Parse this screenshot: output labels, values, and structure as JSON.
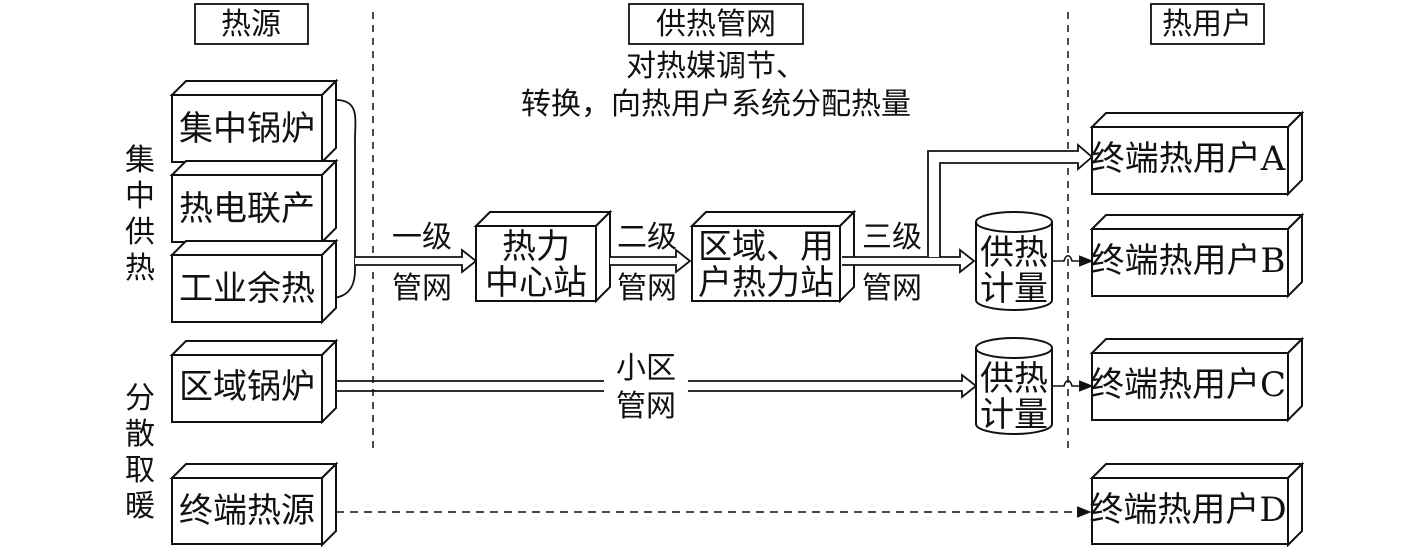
{
  "headers": {
    "source": "热源",
    "network": "供热管网",
    "user": "热用户"
  },
  "network_note": {
    "line1": "对热媒调节、",
    "line2": "转换，向热用户系统分配热量"
  },
  "groups": {
    "central": "集中供热",
    "distributed": "分散取暖"
  },
  "sources": {
    "boiler": "集中锅炉",
    "chp": "热电联产",
    "industrial": "工业余热",
    "district_boiler": "区域锅炉",
    "terminal_source": "终端热源"
  },
  "pipes": {
    "primary_l1": "一级",
    "primary_l2": "管网",
    "secondary_l1": "二级",
    "secondary_l2": "管网",
    "tertiary_l1": "三级",
    "tertiary_l2": "管网",
    "community_l1": "小区",
    "community_l2": "管网"
  },
  "stations": {
    "center_l1": "热力",
    "center_l2": "中心站",
    "area_l1": "区域、用",
    "area_l2": "户热力站"
  },
  "meters": {
    "m1_l1": "供热",
    "m1_l2": "计量",
    "m2_l1": "供热",
    "m2_l2": "计量"
  },
  "users": {
    "a": "终端热用户A",
    "b": "终端热用户B",
    "c": "终端热用户C",
    "d": "终端热用户D"
  },
  "colors": {
    "line": "#111111",
    "fill": "#ffffff"
  }
}
